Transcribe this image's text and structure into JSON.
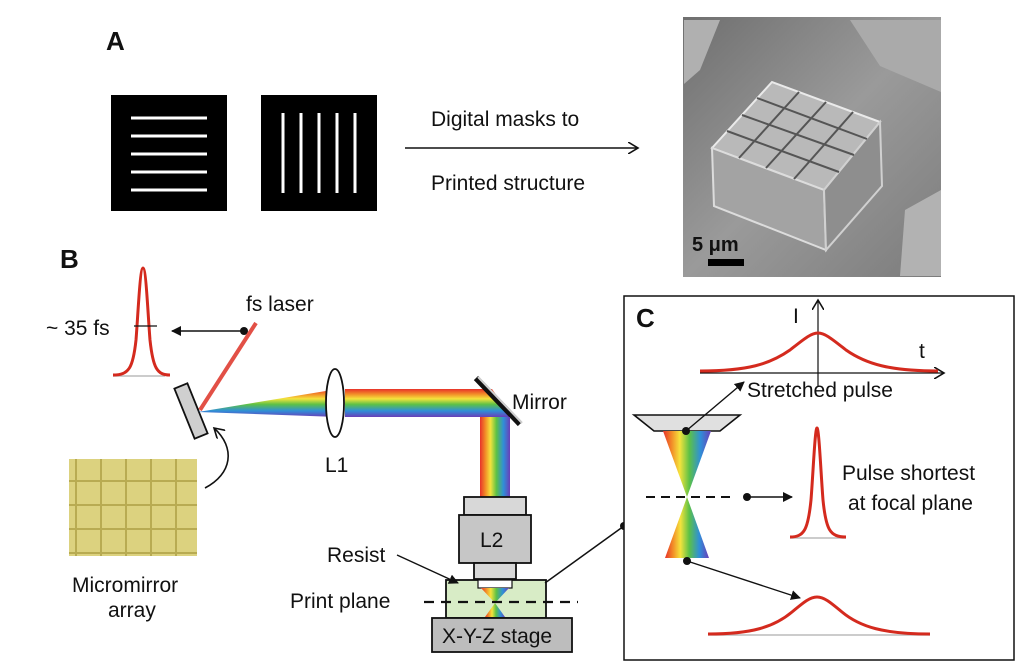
{
  "panels": {
    "a": {
      "label": "A",
      "arrow_text_line1": "Digital masks to",
      "arrow_text_line2": "Printed structure",
      "scale_bar": "5 μm",
      "mask_horizontal_lines": 5,
      "mask_vertical_lines": 5
    },
    "b": {
      "label": "B",
      "pulse_width": "~ 35 fs",
      "fs_laser": "fs laser",
      "micromirror_line1": "Micromirror",
      "micromirror_line2": "array",
      "lens1": "L1",
      "mirror": "Mirror",
      "lens2": "L2",
      "resist": "Resist",
      "print_plane": "Print plane",
      "stage": "X-Y-Z stage"
    },
    "c": {
      "label": "C",
      "axis_i": "I",
      "axis_t": "t",
      "stretched_pulse": "Stretched pulse",
      "shortest_line1": "Pulse shortest",
      "shortest_line2": "at focal plane"
    }
  },
  "colors": {
    "pulse": "#d42a1e",
    "laser_beam": "#e25046",
    "mask_bg": "#000000",
    "micromirror": "#d9cf7c",
    "resist": "#d8ecc6",
    "objective": "#c8c8c8",
    "stage": "#bdbdbd",
    "sem_bg": "#8a8a8a"
  }
}
